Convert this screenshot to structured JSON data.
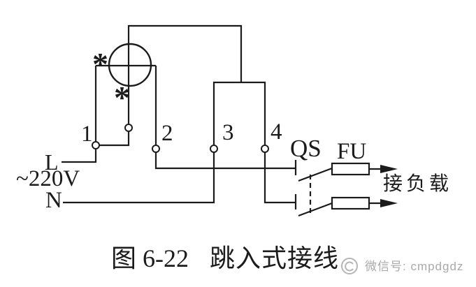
{
  "colors": {
    "ink": "#1b1b1b",
    "paper": "#ffffff",
    "watermark": "#a9a9a9"
  },
  "meter": {
    "polarity_mark": "*",
    "terminals": [
      {
        "label": "1"
      },
      {
        "label": "2"
      },
      {
        "label": "3"
      },
      {
        "label": "4"
      }
    ]
  },
  "supply": {
    "line": "L",
    "voltage": "~220V",
    "neutral": "N"
  },
  "load_side": {
    "switch": "QS",
    "fuse": "FU",
    "load": "接负载"
  },
  "caption": {
    "figure_number": "图 6-22",
    "title": "跳入式接线"
  },
  "watermark": {
    "text": "微信号: cmpdgdz"
  }
}
